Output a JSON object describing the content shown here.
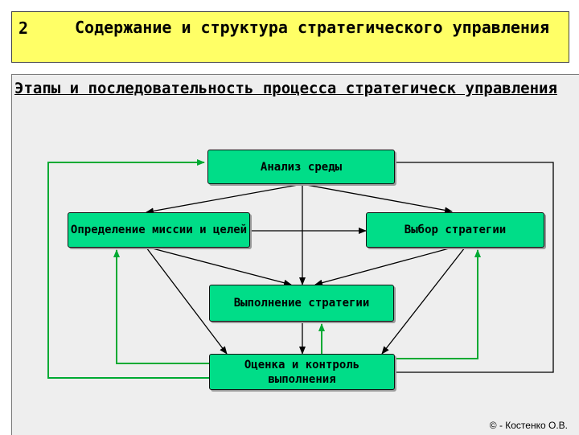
{
  "header": {
    "number": "2",
    "title": "Содержание и структура стратегического управления"
  },
  "subtitle": "Этапы и последовательность процесса стратегическ управления",
  "boxes": {
    "analysis": "Анализ среды",
    "mission": "Определение миссии и целей",
    "choice": "Выбор стратегии",
    "execution": "Выполнение стратегии",
    "evaluation": "Оценка и контроль выполнения"
  },
  "credit": "© - Костенко О.В.",
  "colors": {
    "header_bg": "#ffff66",
    "box_fill": "#00dd88",
    "feedback_arrow": "#00aa33",
    "flow_arrow": "#000000"
  }
}
